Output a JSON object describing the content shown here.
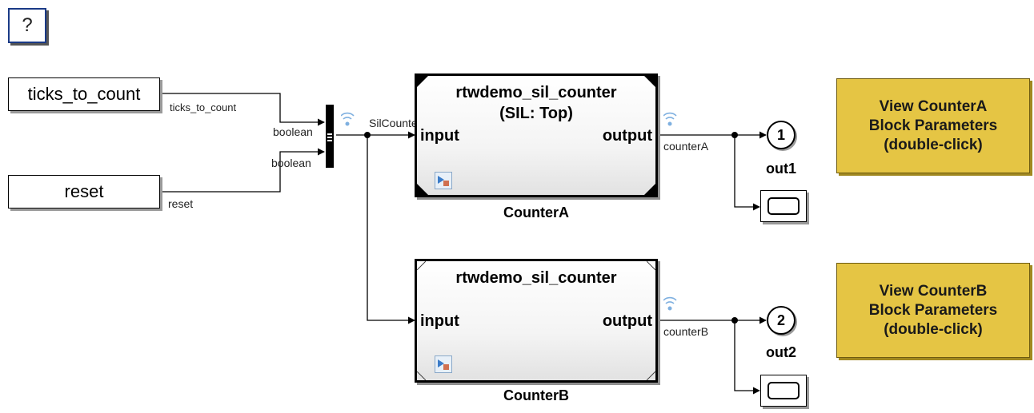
{
  "help": {
    "label": "?"
  },
  "inports": {
    "ticks": {
      "label": "ticks_to_count"
    },
    "reset": {
      "label": "reset"
    }
  },
  "signals": {
    "ticks_to_count": "ticks_to_count",
    "reset": "reset",
    "mux_in_1": "boolean",
    "mux_in_2": "boolean",
    "bus": "SilCounterBus",
    "counter_a": "counterA",
    "counter_b": "counterB"
  },
  "counter_a": {
    "title_line1": "rtwdemo_sil_counter",
    "title_line2": "(SIL: Top)",
    "input_port": "input",
    "output_port": "output",
    "name": "CounterA"
  },
  "counter_b": {
    "title_line1": "rtwdemo_sil_counter",
    "input_port": "input",
    "output_port": "output",
    "name": "CounterB"
  },
  "outports": {
    "out1": {
      "number": "1",
      "name": "out1"
    },
    "out2": {
      "number": "2",
      "name": "out2"
    }
  },
  "actions": {
    "view_a": {
      "line1": "View CounterA",
      "line2": "Block Parameters",
      "line3": "(double-click)"
    },
    "view_b": {
      "line1": "View CounterB",
      "line2": "Block Parameters",
      "line3": "(double-click)"
    }
  },
  "colors": {
    "annotation_fill": "#e5c544",
    "help_border": "#1a3a86",
    "logging_icon": "#7fb0e0"
  },
  "icons": [
    "question-icon",
    "scope-icon",
    "signal-logging-icon",
    "model-reference-icon"
  ]
}
